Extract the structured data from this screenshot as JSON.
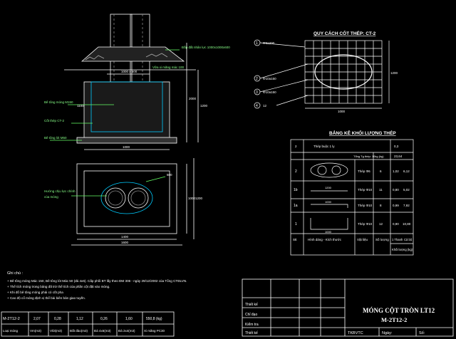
{
  "section_view": {
    "labels": {
      "soil_fill": "Đắp đất nhân lực 1000x1000x600",
      "cement_layer": "Vữa xi măng mác 100",
      "concrete": "Bê tông móng M150",
      "rebar": "Cốt thép CT-2",
      "lean_concrete": "Bê tông lót M50"
    },
    "dims": {
      "top_width": "1000 x 500",
      "height_total": "2000",
      "left_depth": "1100",
      "depth_b": "1200",
      "bottom_width": "1000"
    }
  },
  "plan_view": {
    "labels": {
      "direction": "Hướng chịu lực chính của móng"
    },
    "dims": {
      "inner": "1400",
      "outer": "1600",
      "height_a": "1000",
      "height_b": "1200",
      "pole_dim": "500"
    }
  },
  "rebar_spec": {
    "title": "QUY CÁCH CỐT THÉP: CT-2",
    "markers": [
      {
        "id": "1",
        "text": "Φ6a200"
      },
      {
        "id": "2",
        "text": "Φ10a150"
      },
      {
        "id": "3",
        "text": "Φ10a150"
      },
      {
        "id": "4",
        "text": "12"
      }
    ],
    "dims": {
      "width": "1000",
      "height": "1200"
    }
  },
  "steel_table": {
    "title": "BẢNG KÊ KHỐI LƯỢNG THÉP",
    "header_no": "2",
    "header_name": "Thép buộc 1 ly",
    "header_val": "0,3",
    "subheader": "Tổng Tg thép: 10kg (kg)",
    "subheader_val": "23,64",
    "rows": [
      {
        "no": "2",
        "type": "Thép Φ6",
        "count": "6",
        "len": "1,02",
        "mass": "6,12"
      },
      {
        "no": "1b",
        "type": "Thép Φ10",
        "count": "11",
        "len": "0,80",
        "mass": "5,02"
      },
      {
        "no": "1a",
        "type": "Thép Φ10",
        "count": "8",
        "len": "0,99",
        "mass": "7,92"
      },
      {
        "no": "1",
        "type": "Thép Φ10",
        "count": "12",
        "len": "0,90",
        "mass": "10,80"
      }
    ],
    "row_dims": {
      "r1a": "1000",
      "r1b": "1200",
      "r1": "1000"
    },
    "footer": {
      "no": "Stt",
      "shape": "Hình dáng - Kích thước",
      "diam": "Vật liệu",
      "count": "Số lượng",
      "len": "1 Thanh",
      "mass": "Cả bộ",
      "mass_title": "Khối lượng (kg)"
    }
  },
  "notes": {
    "title": "Ghi chú :",
    "lines": [
      "+ Bê tông móng Mác 150, Bê tông lót Mác 50 (đá 4x6). Cấp phối BT lấy theo ĐM 306 - ngày 29/12/2002 của Tổng CTĐLVN.",
      "+ Thể tích móng trong bảng đã trừ thể tích của phần cột đặt vào móng.",
      "+ Khi đổ bê tông móng phải có cốt pha",
      "+ Cao độ cổ móng định vị thể bài biên bản giao tuyến."
    ]
  },
  "quantity_table": {
    "values": [
      "M-2T12-2",
      "2,07",
      "0,28",
      "1,12",
      "0,26",
      "1,60",
      "550,8 (kg)"
    ],
    "headers": [
      "Loại móng",
      "Vm(m3)",
      "Vlót(m3)",
      "Đất đào(m3)",
      "Đá 4x6(m3)",
      "Đá 2x4(m3)",
      "Xi măng PC30"
    ]
  },
  "title_block": {
    "rows": [
      "Thiết kế",
      "Chỉ đạo",
      "Kiểm tra",
      "Thiết kế"
    ],
    "title_line1": "MÓNG CỘT TRÒN LT12",
    "title_line2": "M-2T12-2",
    "footer_left": "TKBVTC",
    "footer_date": "Ngày:",
    "footer_no": "Số:"
  }
}
